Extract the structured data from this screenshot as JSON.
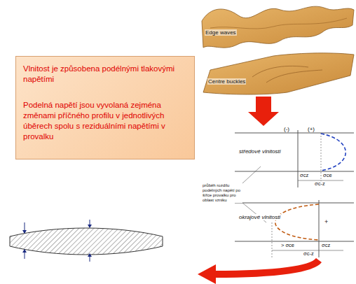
{
  "diagram": {
    "nodes": [
      {
        "text": [
          "Vlnitost je způsobena podélnými tlakovými napětími",
          "Podelná napětí jsou vyvolaná zejména změnami příčného profilu v jednotlivých úběrech spolu s reziduálními napětími v provalku"
        ]
      }
    ],
    "labels": [
      "Edge waves",
      "Centre buckles",
      "(-)",
      "(+)",
      "středové vlnitosti",
      "σcz",
      "σce",
      "σc-z",
      "průběh rozdílu podélných napětí po šířce provalku pro oblast vzniku",
      "okrajové vlnitosti",
      "+",
      "> σce",
      "σcz",
      "σc-z"
    ]
  }
}
